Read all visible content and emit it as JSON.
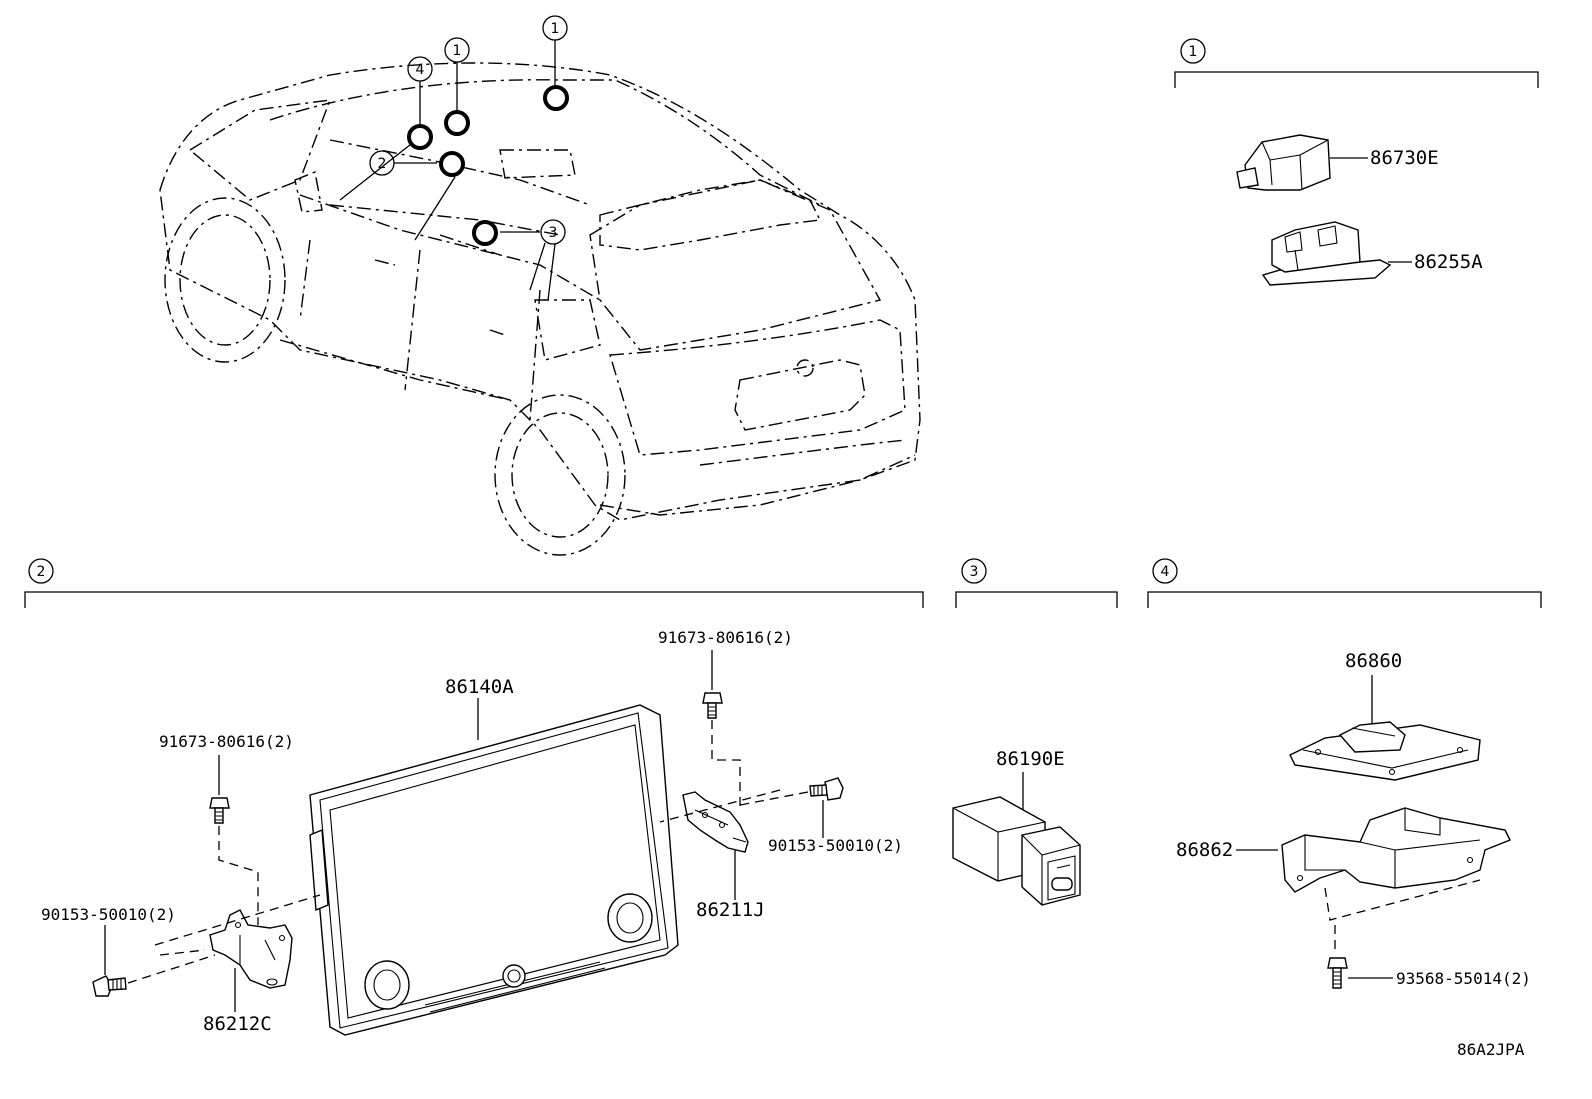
{
  "diagram_code": "86A2JPA",
  "location_spots": [
    {
      "num": "1"
    },
    {
      "num": "1"
    },
    {
      "num": "2"
    },
    {
      "num": "3"
    },
    {
      "num": "4"
    }
  ],
  "sections": {
    "s1": {
      "num": "1",
      "parts": {
        "a": "86730E",
        "b": "86255A"
      }
    },
    "s2": {
      "num": "2",
      "parts": {
        "display": "86140A",
        "bolt_top": "91673-80616(2)",
        "bolt_left": "91673-80616(2)",
        "screw_right": "90153-50010(2)",
        "screw_left": "90153-50010(2)",
        "bracket_right": "86211J",
        "bracket_left": "86212C"
      }
    },
    "s3": {
      "num": "3",
      "parts": {
        "usb": "86190E"
      }
    },
    "s4": {
      "num": "4",
      "parts": {
        "unit": "86860",
        "bracket": "86862",
        "screw": "93568-55014(2)"
      }
    }
  }
}
